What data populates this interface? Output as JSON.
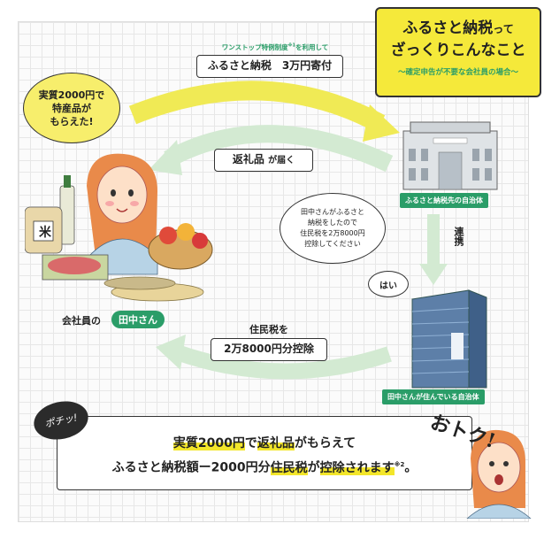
{
  "title": {
    "line1_a": "ふるさと納税",
    "line1_b": "って",
    "line2": "ざっくりこんなこと",
    "subtitle": "〜確定申告が不要な会社員の場合〜"
  },
  "flow": {
    "onestop_note_a": "ワンストップ特例制度",
    "onestop_note_sup": "※1",
    "onestop_note_b": "を利用して",
    "donation": "ふるさと納税　3万円寄付",
    "gift_a": "返礼品",
    "gift_b": "が届く",
    "tax_label": "住民税を",
    "tax_deduct": "2万8000円分控除",
    "renkei": "連携"
  },
  "bubbles": {
    "tanaka_line1": "実質2000円で",
    "tanaka_line2": "特産品が",
    "tanaka_line3": "もらえた!",
    "municipality_line1": "田中さんがふるさと",
    "municipality_line2": "納税をしたので",
    "municipality_line3": "住民税を2万8000円",
    "municipality_line4": "控除してください",
    "hai": "はい"
  },
  "labels": {
    "donation_municipality": "ふるさと納税先の自治体",
    "resident_municipality": "田中さんが住んでいる自治体",
    "employee_prefix": "会社員の",
    "employee_name": "田中さん",
    "rice": "米"
  },
  "message": {
    "badge": "ポチッ!",
    "line1_a": "実質2000円",
    "line1_b": "で",
    "line1_c": "返礼品",
    "line1_d": "がもらえて",
    "line2_a": "ふるさと納税額ー2000円分",
    "line2_b": "住民税",
    "line2_c": "が",
    "line2_d": "控除されます",
    "line2_sup": "※2",
    "line2_end": "。",
    "otoku": "おトク!"
  },
  "colors": {
    "accent_green": "#2a9d68",
    "arrow_yellow": "#f0ea55",
    "arrow_green": "#cfe8cf",
    "title_yellow": "#f5e93a"
  }
}
